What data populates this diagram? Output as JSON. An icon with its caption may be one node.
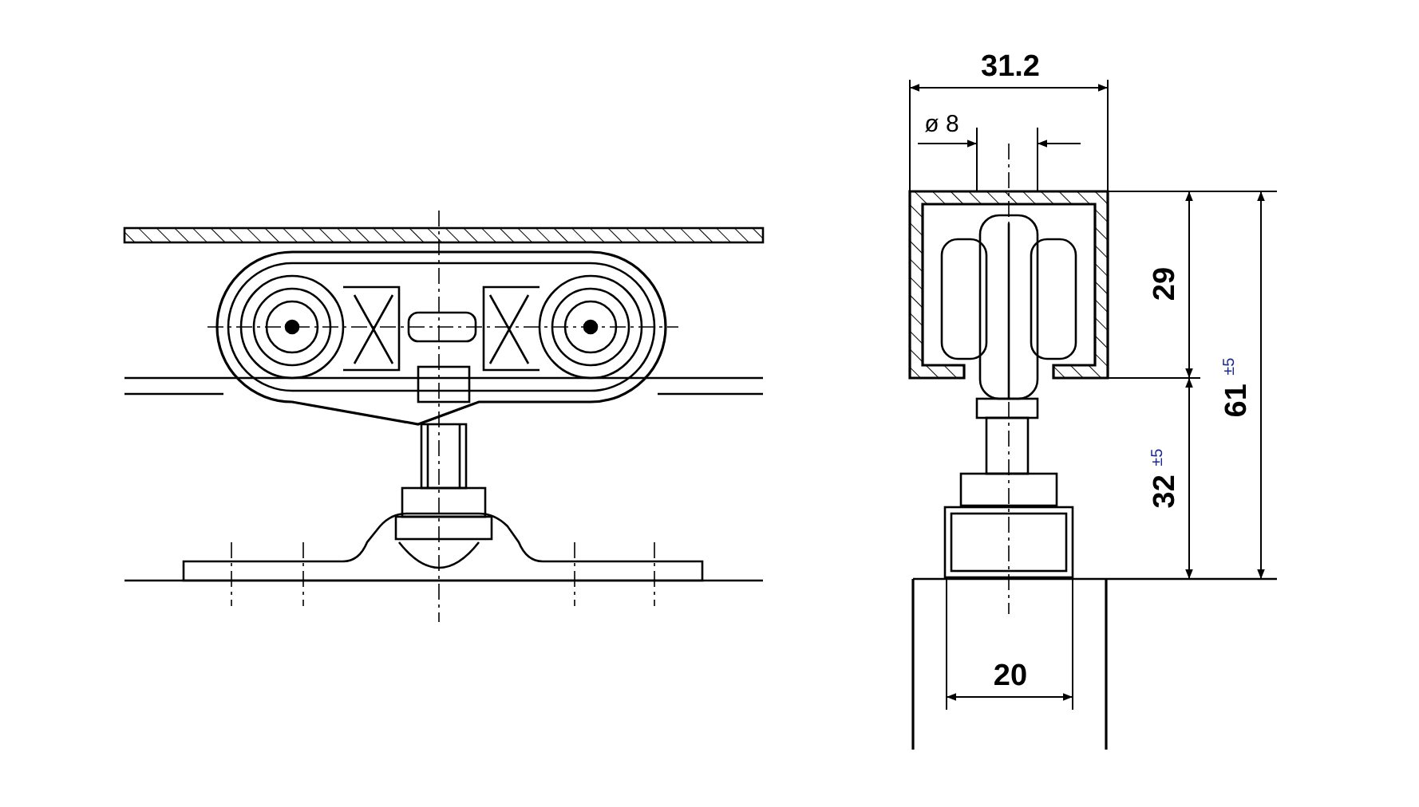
{
  "diagram": {
    "labels": [
      "31.2",
      "ø 8",
      "29",
      "61 $^{±5}$",
      "32 $^{±5}$",
      "20"
    ]
  }
}
